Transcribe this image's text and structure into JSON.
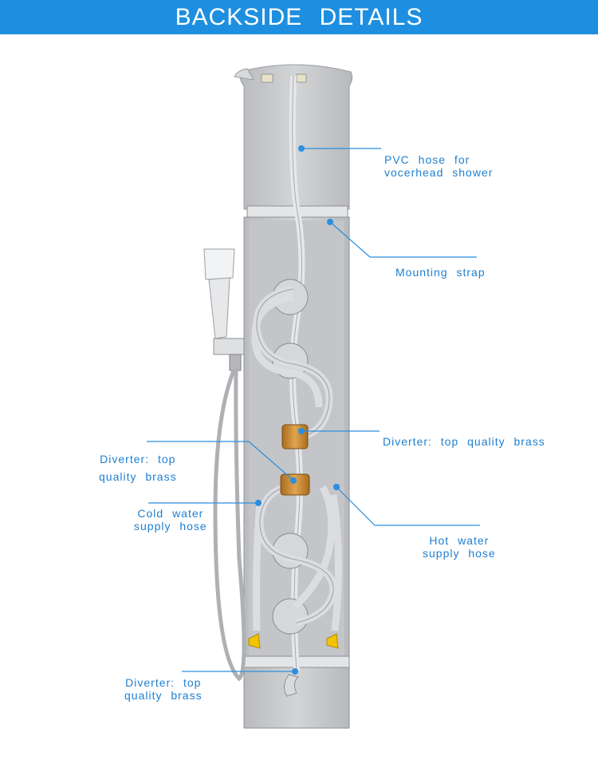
{
  "banner": {
    "title": "BACKSIDE DETAILS"
  },
  "colors": {
    "accent": "#1e8fe0",
    "label_text": "#1e7fd0",
    "callout_line": "#2b8ee0",
    "panel": "#c7c9cc",
    "hose": "#d9dadc",
    "brass": "#c8892e",
    "valve_yellow": "#f2c400"
  },
  "callouts": {
    "pvc_hose": {
      "line1": "PVC hose for",
      "line2": "vocerhead shower"
    },
    "mounting_strap": {
      "text": "Mounting strap"
    },
    "diverter_right": {
      "text": "Diverter: top quality brass"
    },
    "diverter_left": {
      "line1": "Diverter: top",
      "line2": "quality brass"
    },
    "cold_water": {
      "line1": "Cold water",
      "line2": "supply hose"
    },
    "hot_water": {
      "line1": "Hot water",
      "line2": "supply hose"
    },
    "diverter_bottom": {
      "line1": "Diverter: top",
      "line2": "quality brass"
    }
  }
}
